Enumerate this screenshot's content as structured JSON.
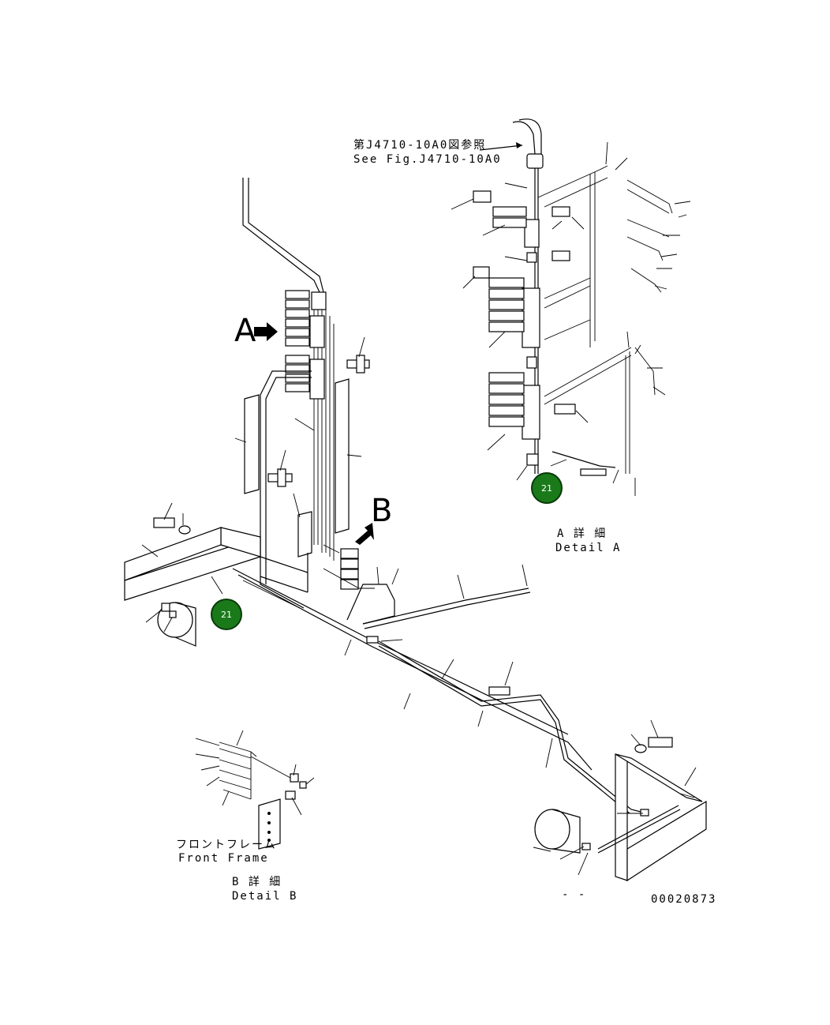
{
  "reference": {
    "japanese": "第J4710-10A0図参照",
    "english": "See Fig.J4710-10A0"
  },
  "view_markers": {
    "a": "A",
    "b": "B"
  },
  "detail_a": {
    "japanese": "A 詳 細",
    "english": "Detail A"
  },
  "detail_b": {
    "japanese": "B 詳 細",
    "english": "Detail B"
  },
  "front_frame": {
    "japanese": "フロントフレーム",
    "english": "Front Frame"
  },
  "callouts": [
    {
      "label": "21",
      "color": "#1a7a1a"
    },
    {
      "label": "21",
      "color": "#1a7a1a"
    }
  ],
  "drawing_number": "00020873",
  "small_mark": "- -"
}
